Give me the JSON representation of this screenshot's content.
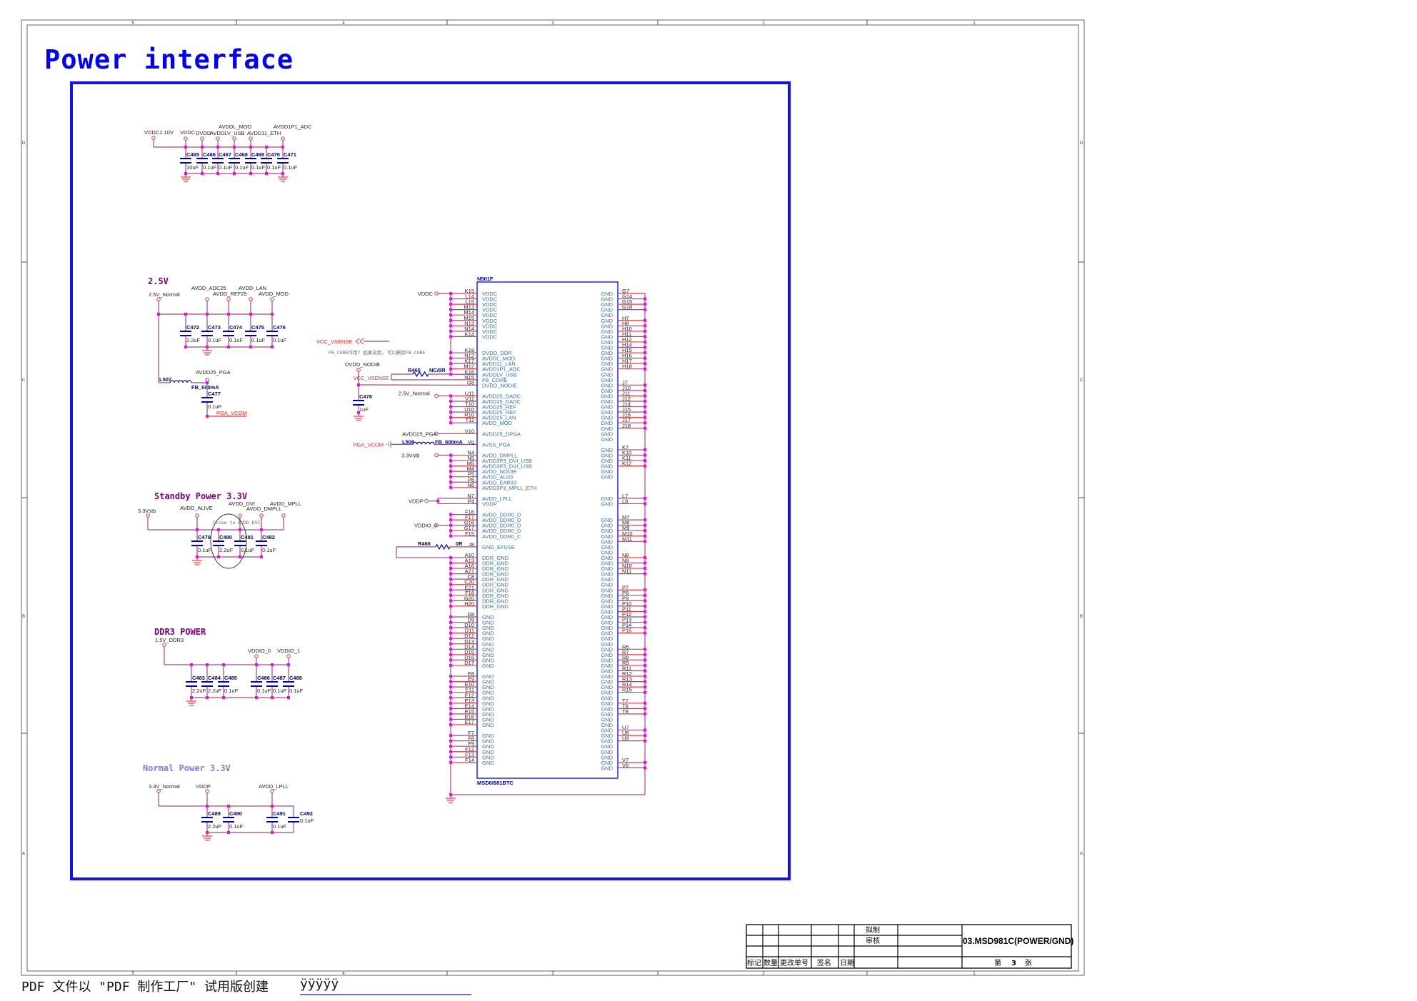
{
  "title": "Power interface",
  "border": {
    "cols": [
      "5",
      "4",
      "3",
      "2",
      "1"
    ],
    "rows": [
      "D",
      "C",
      "B",
      "A"
    ]
  },
  "vddc_bank": {
    "source": "VDDC1.10V",
    "ports": [
      "VDDC",
      "DVDD",
      "AVDDLV_USB",
      "AVDDL_MOD",
      "AVDD11_ETH",
      "AVDD1P1_ADC"
    ],
    "caps": [
      {
        "ref": "C465",
        "value": "10uF"
      },
      {
        "ref": "C466",
        "value": "0.1uF"
      },
      {
        "ref": "C467",
        "value": "0.1uF"
      },
      {
        "ref": "C468",
        "value": "0.1uF"
      },
      {
        "ref": "C469",
        "value": "0.1uF"
      },
      {
        "ref": "C470",
        "value": "0.1uF"
      },
      {
        "ref": "C471",
        "value": "0.1uF"
      }
    ]
  },
  "bank_25v": {
    "heading": "2.5V",
    "source": "2.5V_Normal",
    "ports": [
      "AVDD_ADC25",
      "AVDD_REF25",
      "AVDD_LAN",
      "AVDD_MOD"
    ],
    "caps": [
      {
        "ref": "C472",
        "value": "2.2uF"
      },
      {
        "ref": "C473",
        "value": "0.1uF"
      },
      {
        "ref": "C474",
        "value": "0.1uF"
      },
      {
        "ref": "C475",
        "value": "0.1uF"
      },
      {
        "ref": "C476",
        "value": "0.1uF"
      }
    ],
    "inductor": {
      "ref": "L507",
      "value": "FB_600mA"
    },
    "pga_port": "AVDD25_PGA",
    "pga_cap": {
      "ref": "C477",
      "value": "0.1uF"
    },
    "pga_vcom": "PGA_VCOM"
  },
  "middle": {
    "vcc_vsense": "VCC_VSENSE",
    "fb_core_note": "FB_CORE作用? 如果没用, 可以删除FB_CORE",
    "dvdd_nodie": "DVDD_NODIE",
    "c478": {
      "ref": "C478",
      "value": "1uF"
    },
    "r465": {
      "ref": "R465",
      "value": "NC/0R"
    },
    "vcc_vsense2": "VCC_VSENSE",
    "p25": "2.5V_Normal",
    "avdd25_pga": "AVDD25_PGA",
    "l508": {
      "ref": "L508",
      "value": "FB_600mA"
    },
    "pga_vcom": "PGA_VCOM",
    "p33": "3.3Vstb",
    "vddp": "VDDP",
    "vddio": "VDDIO_0",
    "vddc": "VDDC",
    "r466": {
      "ref": "R466",
      "value": "0R"
    }
  },
  "standby": {
    "heading": "Standby Power 3.3V",
    "source": "3.3Vstb",
    "ports": [
      "AVDD_ALIVE",
      "AVDD_DVI",
      "AVDD_DMPLL",
      "AVDD_MPLL"
    ],
    "note": "Close to AVDD_DVI",
    "caps": [
      {
        "ref": "C479",
        "value": "0.1uF"
      },
      {
        "ref": "C480",
        "value": "2.2uF"
      },
      {
        "ref": "C481",
        "value": "0.1uF"
      },
      {
        "ref": "C482",
        "value": "0.1uF"
      }
    ]
  },
  "ddr3": {
    "heading": "DDR3 POWER",
    "source": "1.5V_DDR3",
    "ports": [
      "VDDIO_0",
      "VDDIO_1"
    ],
    "caps": [
      {
        "ref": "C483",
        "value": "2.2uF"
      },
      {
        "ref": "C484",
        "value": "2.2uF"
      },
      {
        "ref": "C485",
        "value": "0.1uF"
      },
      {
        "ref": "C486",
        "value": "0.1uF"
      },
      {
        "ref": "C487",
        "value": "0.1uF"
      },
      {
        "ref": "C488",
        "value": "0.1uF"
      }
    ]
  },
  "normal33": {
    "heading": "Normal Power 3.3V",
    "source": "3.3V_Normal",
    "ports": [
      "VDDP",
      "AVDD_LPLL"
    ],
    "caps": [
      {
        "ref": "C489",
        "value": "2.2uF"
      },
      {
        "ref": "C490",
        "value": "0.1uF"
      },
      {
        "ref": "C491",
        "value": "0.1uF"
      },
      {
        "ref": "C492",
        "value": "0.1uF"
      }
    ]
  },
  "chip": {
    "ref": "N501F",
    "part": "MSD6I981BTC",
    "left_pins": [
      {
        "pin": "K15",
        "fn": "VDDC"
      },
      {
        "pin": "L14",
        "fn": "VDDC"
      },
      {
        "pin": "L15",
        "fn": "VDDC"
      },
      {
        "pin": "M13",
        "fn": "VDDC"
      },
      {
        "pin": "M14",
        "fn": "VDDC"
      },
      {
        "pin": "M15",
        "fn": "VDDC"
      },
      {
        "pin": "N13",
        "fn": "VDDC"
      },
      {
        "pin": "N14",
        "fn": "VDDC"
      },
      {
        "pin": "K14",
        "fn": "VDDC"
      },
      {
        "pin": "K18",
        "fn": "DVDD_DDR"
      },
      {
        "pin": "N12",
        "fn": "AVDDL_MOD"
      },
      {
        "pin": "K17",
        "fn": "AVDD11_LAN"
      },
      {
        "pin": "M12",
        "fn": "AVDD1P1_ADC"
      },
      {
        "pin": "K16",
        "fn": "AVDDLV_USB"
      },
      {
        "pin": "N15",
        "fn": "FB_CORE"
      },
      {
        "pin": "G8",
        "fn": "DVDD_NODIE"
      },
      {
        "pin": "U11",
        "fn": "AVDD25_DADC"
      },
      {
        "pin": "V11",
        "fn": "AVDD25_DADC"
      },
      {
        "pin": "T10",
        "fn": "AVDD25_REF"
      },
      {
        "pin": "U10",
        "fn": "AVDD25_REF"
      },
      {
        "pin": "R10",
        "fn": "AVDD25_LAN"
      },
      {
        "pin": "T11",
        "fn": "AVDD_MOD"
      },
      {
        "pin": "V10",
        "fn": "AVDD25_DPGA"
      },
      {
        "pin": "Vg",
        "fn": "AVSS_PGA"
      },
      {
        "pin": "N4",
        "fn": "AVDD_DMPLL"
      },
      {
        "pin": "N5",
        "fn": "AVDD3P3_DVI_USB"
      },
      {
        "pin": "M5",
        "fn": "AVDD3P3_DVI_USB"
      },
      {
        "pin": "M4",
        "fn": "AVDD_NODIE"
      },
      {
        "pin": "P5",
        "fn": "AVDD_AU33"
      },
      {
        "pin": "P6",
        "fn": "AVDD_EAR33"
      },
      {
        "pin": "N6",
        "fn": "AVDD3P3_MPLL_ETH"
      },
      {
        "pin": "N7",
        "fn": "AVDD_LPLL"
      },
      {
        "pin": "P4",
        "fn": "VDDP"
      },
      {
        "pin": "F16",
        "fn": "AVDD_DDR0_D"
      },
      {
        "pin": "F17",
        "fn": "AVDD_DDR0_D"
      },
      {
        "pin": "G16",
        "fn": "AVDD_DDR0_D"
      },
      {
        "pin": "G17",
        "fn": "AVDD_DDR0_D"
      },
      {
        "pin": "F15",
        "fn": "AVDD_DDR0_C"
      },
      {
        "pin": "J8",
        "fn": "GND_EFUSE"
      },
      {
        "pin": "A10",
        "fn": "DDR_GND"
      },
      {
        "pin": "A13",
        "fn": "DDR_GND"
      },
      {
        "pin": "A16",
        "fn": "DDR_GND"
      },
      {
        "pin": "A21",
        "fn": "DDR_GND"
      },
      {
        "pin": "C8",
        "fn": "DDR_GND"
      },
      {
        "pin": "C20",
        "fn": "DDR_GND"
      },
      {
        "pin": "E21",
        "fn": "DDR_GND"
      },
      {
        "pin": "F18",
        "fn": "DDR_GND"
      },
      {
        "pin": "G20",
        "fn": "DDR_GND"
      },
      {
        "pin": "H20",
        "fn": "DDR_GND"
      },
      {
        "pin": "D8",
        "fn": "GND"
      },
      {
        "pin": "D9",
        "fn": "GND"
      },
      {
        "pin": "D10",
        "fn": "GND"
      },
      {
        "pin": "D11",
        "fn": "GND"
      },
      {
        "pin": "D12",
        "fn": "GND"
      },
      {
        "pin": "D13",
        "fn": "GND"
      },
      {
        "pin": "D14",
        "fn": "GND"
      },
      {
        "pin": "D15",
        "fn": "GND"
      },
      {
        "pin": "D16",
        "fn": "GND"
      },
      {
        "pin": "D17",
        "fn": "GND"
      },
      {
        "pin": "E8",
        "fn": "GND"
      },
      {
        "pin": "E9",
        "fn": "GND"
      },
      {
        "pin": "E10",
        "fn": "GND"
      },
      {
        "pin": "E11",
        "fn": "GND"
      },
      {
        "pin": "E12",
        "fn": "GND"
      },
      {
        "pin": "E13",
        "fn": "GND"
      },
      {
        "pin": "E14",
        "fn": "GND"
      },
      {
        "pin": "E15",
        "fn": "GND"
      },
      {
        "pin": "E16",
        "fn": "GND"
      },
      {
        "pin": "E17",
        "fn": "GND"
      },
      {
        "pin": "F7",
        "fn": "GND"
      },
      {
        "pin": "F8",
        "fn": "GND"
      },
      {
        "pin": "F9",
        "fn": "GND"
      },
      {
        "pin": "F12",
        "fn": "GND"
      },
      {
        "pin": "F13",
        "fn": "GND"
      },
      {
        "pin": "F14",
        "fn": "GND"
      }
    ],
    "right_pins": [
      "G7",
      "G14",
      "G15",
      "G18",
      "H7",
      "H8",
      "H10",
      "H11",
      "H12",
      "H14",
      "H15",
      "H16",
      "H17",
      "H18",
      "J7",
      "J10",
      "J11",
      "J12",
      "J14",
      "J15",
      "J16",
      "J17",
      "J18",
      "K7",
      "K10",
      "K11",
      "K12",
      "L7",
      "L8",
      "M7",
      "M8",
      "M9",
      "M10",
      "M11",
      "N8",
      "N9",
      "N10",
      "N11",
      "P7",
      "P8",
      "P9",
      "P10",
      "P11",
      "P12",
      "P13",
      "P14",
      "P15",
      "R6",
      "R7",
      "R8",
      "R9",
      "R11",
      "R12",
      "R13",
      "R14",
      "R15",
      "T7",
      "T8",
      "T9",
      "U7",
      "U8",
      "U9",
      "V7",
      "V8"
    ],
    "right_fn": "GND"
  },
  "title_block": {
    "drawn": "拟制",
    "checked": "审核",
    "headers": [
      "标记",
      "数量",
      "更改单号",
      "签名",
      "日期"
    ],
    "drawing_name": "03.MSD981C(POWER/GND)",
    "sheet_prefix": "第",
    "sheet_number": "3",
    "sheet_suffix": "张"
  },
  "footer": {
    "text": "PDF 文件以 \"PDF 制作工厂\" 试用版创建",
    "link": "ÿÿÿÿÿ"
  }
}
